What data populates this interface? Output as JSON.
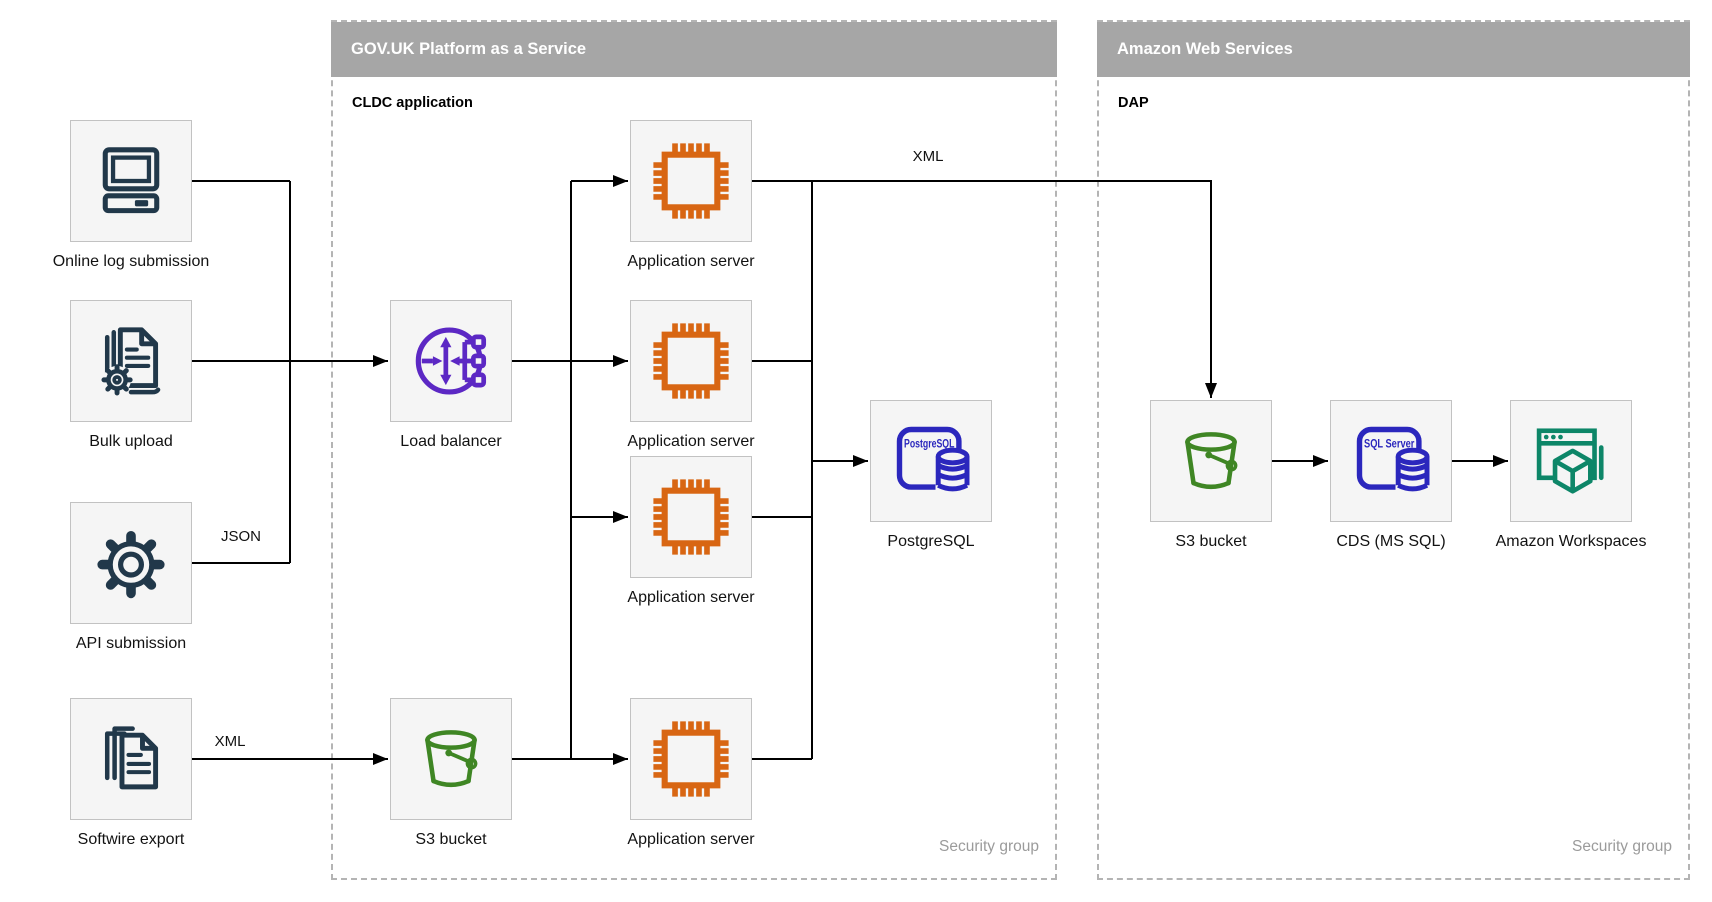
{
  "containers": {
    "govuk": {
      "title": "GOV.UK Platform as a Service",
      "sublabel": "CLDC application",
      "security_label": "Security group"
    },
    "aws": {
      "title": "Amazon Web Services",
      "sublabel": "DAP",
      "security_label": "Security group"
    }
  },
  "nodes": {
    "online_log": {
      "label": "Online log submission",
      "icon": "computer-icon"
    },
    "bulk_upload": {
      "label": "Bulk upload",
      "icon": "document-gear-icon"
    },
    "api_submission": {
      "label": "API submission",
      "icon": "gear-icon"
    },
    "softwire_export": {
      "label": "Softwire export",
      "icon": "documents-stack-icon"
    },
    "load_balancer": {
      "label": "Load balancer",
      "icon": "load-balancer-icon"
    },
    "s3_mid": {
      "label": "S3 bucket",
      "icon": "s3-bucket-icon"
    },
    "app_server_1": {
      "label": "Application server",
      "icon": "chip-icon"
    },
    "app_server_2": {
      "label": "Application server",
      "icon": "chip-icon"
    },
    "app_server_3": {
      "label": "Application server",
      "icon": "chip-icon"
    },
    "app_server_4": {
      "label": "Application server",
      "icon": "chip-icon"
    },
    "postgres": {
      "label": "PostgreSQL",
      "icon_text": "PostgreSQL",
      "icon": "database-icon"
    },
    "s3_aws": {
      "label": "S3 bucket",
      "icon": "s3-bucket-icon"
    },
    "cds": {
      "label": "CDS (MS SQL)",
      "icon_text": "SQL Server",
      "icon": "database-icon"
    },
    "workspaces": {
      "label": "Amazon Workspaces",
      "icon": "workspaces-icon"
    }
  },
  "edge_labels": {
    "json": "JSON",
    "xml_softwire": "XML",
    "xml_to_aws": "XML"
  },
  "colors": {
    "header_gray": "#a6a6a6",
    "box_fill": "#f5f5f5",
    "box_border": "#c2c2c2",
    "navy": "#21384a",
    "orange": "#d86613",
    "purple": "#5c28c4",
    "green": "#3f8624",
    "db_blue": "#2b27bd",
    "teal": "#0d8668",
    "wire": "#000000",
    "dash": "#b4b4b4",
    "security": "#9b9b9b",
    "caption": "#121212"
  }
}
